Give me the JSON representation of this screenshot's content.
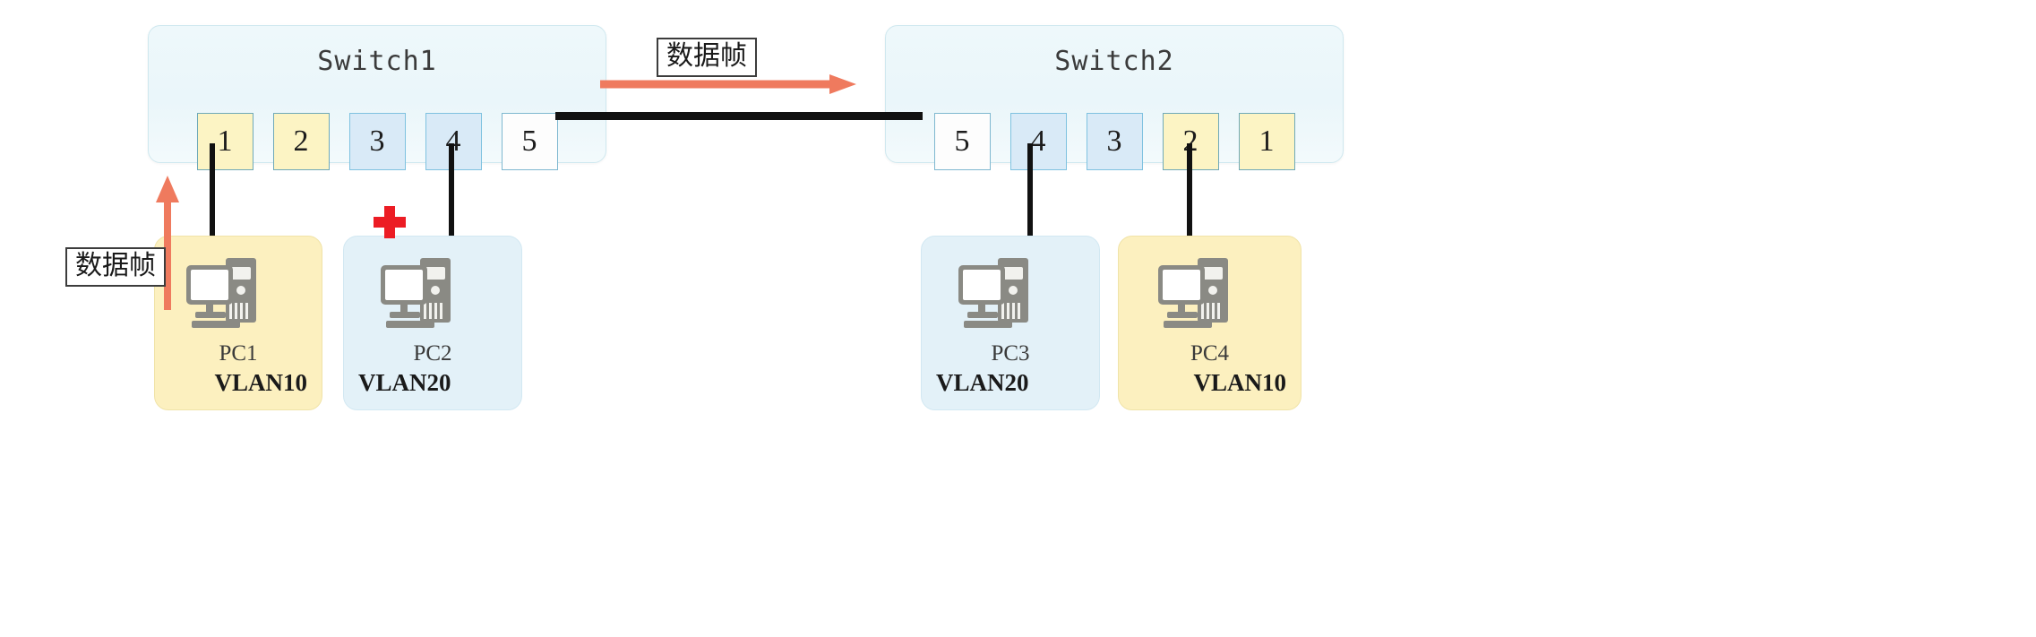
{
  "diagram": {
    "title": "VLAN data frame forwarding between two switches",
    "type": "network-topology"
  },
  "colors": {
    "vlan10_fill": "#fcf4c4",
    "vlan20_fill": "#d9eaf7",
    "trunk_fill": "#fdfdfd",
    "switch_fill": "#eef8fb",
    "port_border": "#7fb8d0",
    "frame_arrow": "#ef7a5e",
    "cable": "#111111",
    "block_cross": "#ec1c24",
    "pc_icon": "#8a8a84"
  },
  "switches": [
    {
      "id": "switch1",
      "name": "Switch1",
      "ports": [
        {
          "label": "1",
          "kind": "vlan10"
        },
        {
          "label": "2",
          "kind": "vlan10"
        },
        {
          "label": "3",
          "kind": "vlan20"
        },
        {
          "label": "4",
          "kind": "vlan20"
        },
        {
          "label": "5",
          "kind": "trunk"
        }
      ]
    },
    {
      "id": "switch2",
      "name": "Switch2",
      "ports": [
        {
          "label": "5",
          "kind": "trunk"
        },
        {
          "label": "4",
          "kind": "vlan20"
        },
        {
          "label": "3",
          "kind": "vlan20"
        },
        {
          "label": "2",
          "kind": "vlan10"
        },
        {
          "label": "1",
          "kind": "vlan10"
        }
      ]
    }
  ],
  "hosts": [
    {
      "id": "pc1",
      "name": "PC1",
      "vlan": "VLAN10",
      "group": "vlan10"
    },
    {
      "id": "pc2",
      "name": "PC2",
      "vlan": "VLAN20",
      "group": "vlan20"
    },
    {
      "id": "pc3",
      "name": "PC3",
      "vlan": "VLAN20",
      "group": "vlan20"
    },
    {
      "id": "pc4",
      "name": "PC4",
      "vlan": "VLAN10",
      "group": "vlan10"
    }
  ],
  "annotations": {
    "frame_label_left": "数据帧",
    "frame_label_top": "数据帧"
  },
  "links": [
    {
      "from": "pc1",
      "to": "switch1.port1"
    },
    {
      "from": "pc2",
      "to": "switch1.port4"
    },
    {
      "from": "switch1.port5",
      "to": "switch2.port5",
      "kind": "trunk"
    },
    {
      "from": "pc3",
      "to": "switch2.port4"
    },
    {
      "from": "pc4",
      "to": "switch2.port2"
    }
  ]
}
